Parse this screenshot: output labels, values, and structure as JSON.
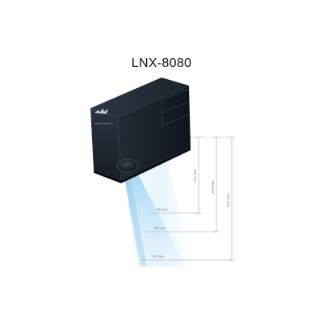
{
  "product": {
    "model_name": "LNX-8080",
    "logo_text": "TELEDYNE DALSA"
  },
  "dimensions": {
    "widths": [
      {
        "label": "26 mm"
      },
      {
        "label": "33 mm"
      },
      {
        "label": "36 mm"
      }
    ],
    "distances": [
      {
        "label": "210 mm"
      },
      {
        "label": "250 mm"
      },
      {
        "label": "310 mm"
      }
    ]
  },
  "colors": {
    "housing": "#1e2631",
    "housing_dark": "#141a22",
    "beam": "#9fd3f2",
    "dimension_line": "#9aa3ad",
    "label_text": "#7a838d"
  },
  "icons": {
    "logo": "teledyne-wing-logo"
  }
}
